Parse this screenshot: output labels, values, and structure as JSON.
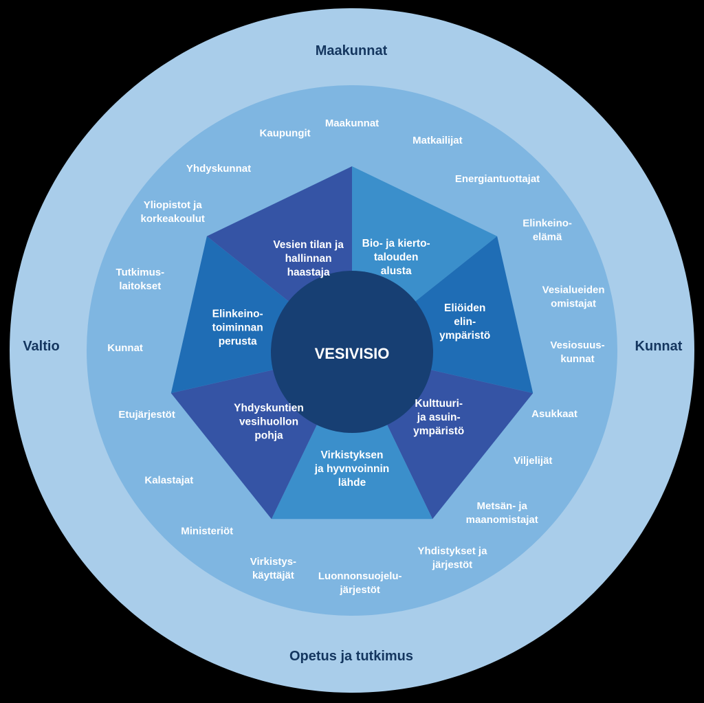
{
  "colors": {
    "background": "#000000",
    "outer_ring": "#a9cdea",
    "middle_ring": "#7fb6e1",
    "segment_light": "#3b8fcb",
    "segment_mid": "#1f6db5",
    "segment_dark": "#3554a5",
    "center": "#173f73",
    "outer_text": "#14365f",
    "inner_text": "#ffffff"
  },
  "center": {
    "label": "VESIVISIO"
  },
  "outer_labels": [
    {
      "id": "top",
      "text": "Maakunnat"
    },
    {
      "id": "left",
      "text": "Valtio"
    },
    {
      "id": "right",
      "text": "Kunnat"
    },
    {
      "id": "bottom",
      "text": "Opetus ja tutkimus"
    }
  ],
  "segments": [
    {
      "lines": [
        "Vesien tilan ja",
        "hallinnan",
        "haastaja"
      ],
      "color": "segment_light"
    },
    {
      "lines": [
        "Bio- ja kierto-",
        "talouden",
        "alusta"
      ],
      "color": "segment_mid"
    },
    {
      "lines": [
        "Eliöiden",
        "elin-",
        "ympäristö"
      ],
      "color": "segment_dark"
    },
    {
      "lines": [
        "Kulttuuri-",
        "ja asuin-",
        "ympäristö"
      ],
      "color": "segment_light"
    },
    {
      "lines": [
        "Virkistyksen",
        "ja hyvnvoinnin",
        "lähde"
      ],
      "color": "segment_dark"
    },
    {
      "lines": [
        "Yhdyskuntien",
        "vesihuollon",
        "pohja"
      ],
      "color": "segment_mid"
    },
    {
      "lines": [
        "Elinkeino-",
        "toiminnan",
        "perusta"
      ],
      "color": "segment_dark"
    }
  ],
  "stakeholders": [
    {
      "lines": [
        "Maakunnat"
      ]
    },
    {
      "lines": [
        "Matkailijat"
      ]
    },
    {
      "lines": [
        "Energiantuottajat"
      ]
    },
    {
      "lines": [
        "Elinkeino-",
        "elämä"
      ]
    },
    {
      "lines": [
        "Vesialueiden",
        "omistajat"
      ]
    },
    {
      "lines": [
        "Vesiosuus-",
        "kunnat"
      ]
    },
    {
      "lines": [
        "Asukkaat"
      ]
    },
    {
      "lines": [
        "Viljelijät"
      ]
    },
    {
      "lines": [
        "Metsän- ja",
        "maanomistajat"
      ]
    },
    {
      "lines": [
        "Yhdistykset ja",
        "järjestöt"
      ]
    },
    {
      "lines": [
        "Luonnonsuojelu-",
        "järjestöt"
      ]
    },
    {
      "lines": [
        "Virkistys-",
        "käyttäjät"
      ]
    },
    {
      "lines": [
        "Ministeriöt"
      ]
    },
    {
      "lines": [
        "Kalastajat"
      ]
    },
    {
      "lines": [
        "Etujärjestöt"
      ]
    },
    {
      "lines": [
        "Kunnat"
      ]
    },
    {
      "lines": [
        "Tutkimus-",
        "laitokset"
      ]
    },
    {
      "lines": [
        "Yliopistot ja",
        "korkeakoulut"
      ]
    },
    {
      "lines": [
        "Yhdyskunnat"
      ]
    },
    {
      "lines": [
        "Kaupungit"
      ]
    }
  ]
}
